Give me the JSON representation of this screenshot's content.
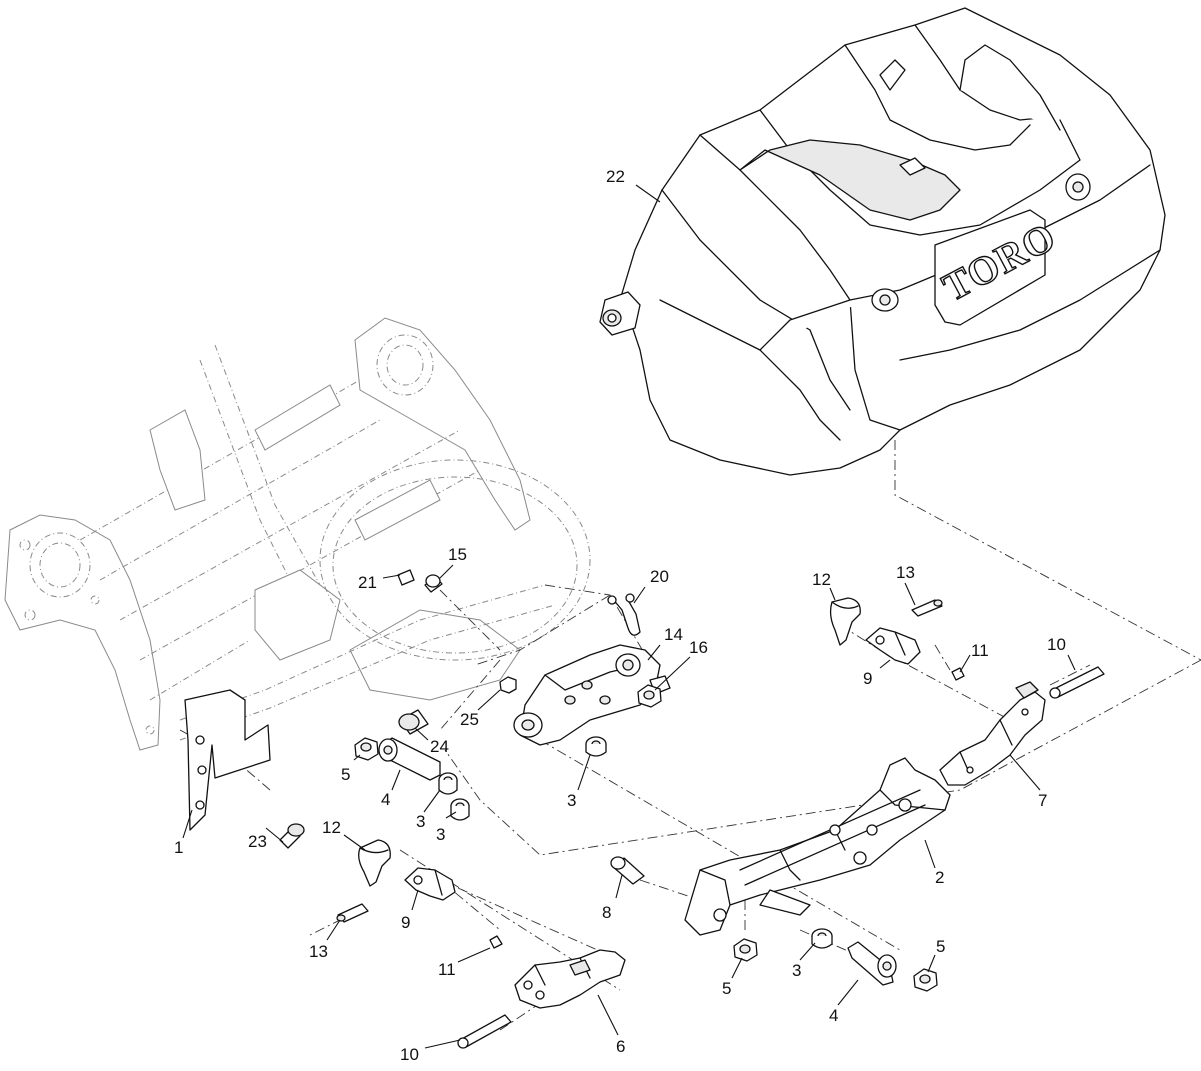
{
  "diagram": {
    "logo_text": "TORO",
    "callouts": [
      {
        "id": "c22",
        "text": "22"
      },
      {
        "id": "c15",
        "text": "15"
      },
      {
        "id": "c20",
        "text": "20"
      },
      {
        "id": "c21",
        "text": "21"
      },
      {
        "id": "c14",
        "text": "14"
      },
      {
        "id": "c16",
        "text": "16"
      },
      {
        "id": "c12a",
        "text": "12"
      },
      {
        "id": "c13a",
        "text": "13"
      },
      {
        "id": "c11a",
        "text": "11"
      },
      {
        "id": "c10a",
        "text": "10"
      },
      {
        "id": "c9a",
        "text": "9"
      },
      {
        "id": "c25",
        "text": "25"
      },
      {
        "id": "c24",
        "text": "24"
      },
      {
        "id": "c5a",
        "text": "5"
      },
      {
        "id": "c4a",
        "text": "4"
      },
      {
        "id": "c3a",
        "text": "3"
      },
      {
        "id": "c3b",
        "text": "3"
      },
      {
        "id": "c3c",
        "text": "3"
      },
      {
        "id": "c7",
        "text": "7"
      },
      {
        "id": "c1",
        "text": "1"
      },
      {
        "id": "c23",
        "text": "23"
      },
      {
        "id": "c12b",
        "text": "12"
      },
      {
        "id": "c2",
        "text": "2"
      },
      {
        "id": "c8",
        "text": "8"
      },
      {
        "id": "c9b",
        "text": "9"
      },
      {
        "id": "c13b",
        "text": "13"
      },
      {
        "id": "c11b",
        "text": "11"
      },
      {
        "id": "c5b",
        "text": "5"
      },
      {
        "id": "c3d",
        "text": "3"
      },
      {
        "id": "c5c",
        "text": "5"
      },
      {
        "id": "c4b",
        "text": "4"
      },
      {
        "id": "c10b",
        "text": "10"
      },
      {
        "id": "c6",
        "text": "6"
      }
    ]
  }
}
